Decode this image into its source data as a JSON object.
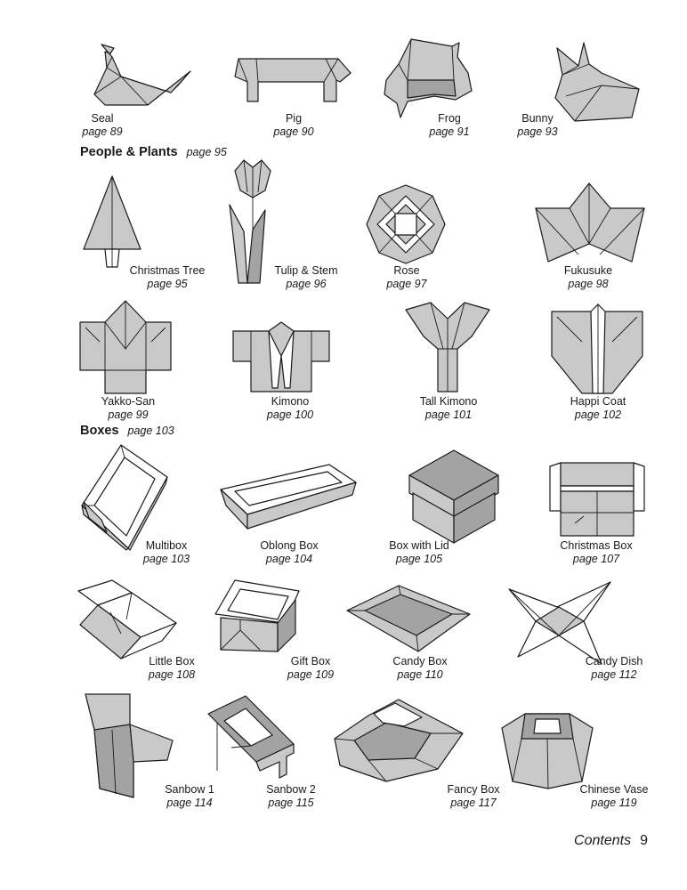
{
  "rows": {
    "animals": [
      {
        "name": "Seal",
        "page": "page 89"
      },
      {
        "name": "Pig",
        "page": "page 90"
      },
      {
        "name": "Frog",
        "page": "page 91"
      },
      {
        "name": "Bunny",
        "page": "page 93"
      }
    ],
    "people1": [
      {
        "name": "Christmas Tree",
        "page": "page 95"
      },
      {
        "name": "Tulip & Stem",
        "page": "page 96"
      },
      {
        "name": "Rose",
        "page": "page 97"
      },
      {
        "name": "Fukusuke",
        "page": "page 98"
      }
    ],
    "people2": [
      {
        "name": "Yakko-San",
        "page": "page 99"
      },
      {
        "name": "Kimono",
        "page": "page 100"
      },
      {
        "name": "Tall Kimono",
        "page": "page 101"
      },
      {
        "name": "Happi Coat",
        "page": "page 102"
      }
    ],
    "boxes1": [
      {
        "name": "Multibox",
        "page": "page 103"
      },
      {
        "name": "Oblong Box",
        "page": "page 104"
      },
      {
        "name": "Box with Lid",
        "page": "page 105"
      },
      {
        "name": "Christmas Box",
        "page": "page 107"
      }
    ],
    "boxes2": [
      {
        "name": "Little Box",
        "page": "page 108"
      },
      {
        "name": "Gift Box",
        "page": "page 109"
      },
      {
        "name": "Candy Box",
        "page": "page 110"
      },
      {
        "name": "Candy Dish",
        "page": "page 112"
      }
    ],
    "boxes3": [
      {
        "name": "Sanbow 1",
        "page": "page 114"
      },
      {
        "name": "Sanbow 2",
        "page": "page 115"
      },
      {
        "name": "Fancy Box",
        "page": "page 117"
      },
      {
        "name": "Chinese Vase",
        "page": "page 119"
      }
    ]
  },
  "sections": {
    "people": {
      "title": "People & Plants",
      "page": "page 95"
    },
    "boxes": {
      "title": "Boxes",
      "page": "page 103"
    }
  },
  "footer": {
    "title": "Contents",
    "number": "9"
  }
}
